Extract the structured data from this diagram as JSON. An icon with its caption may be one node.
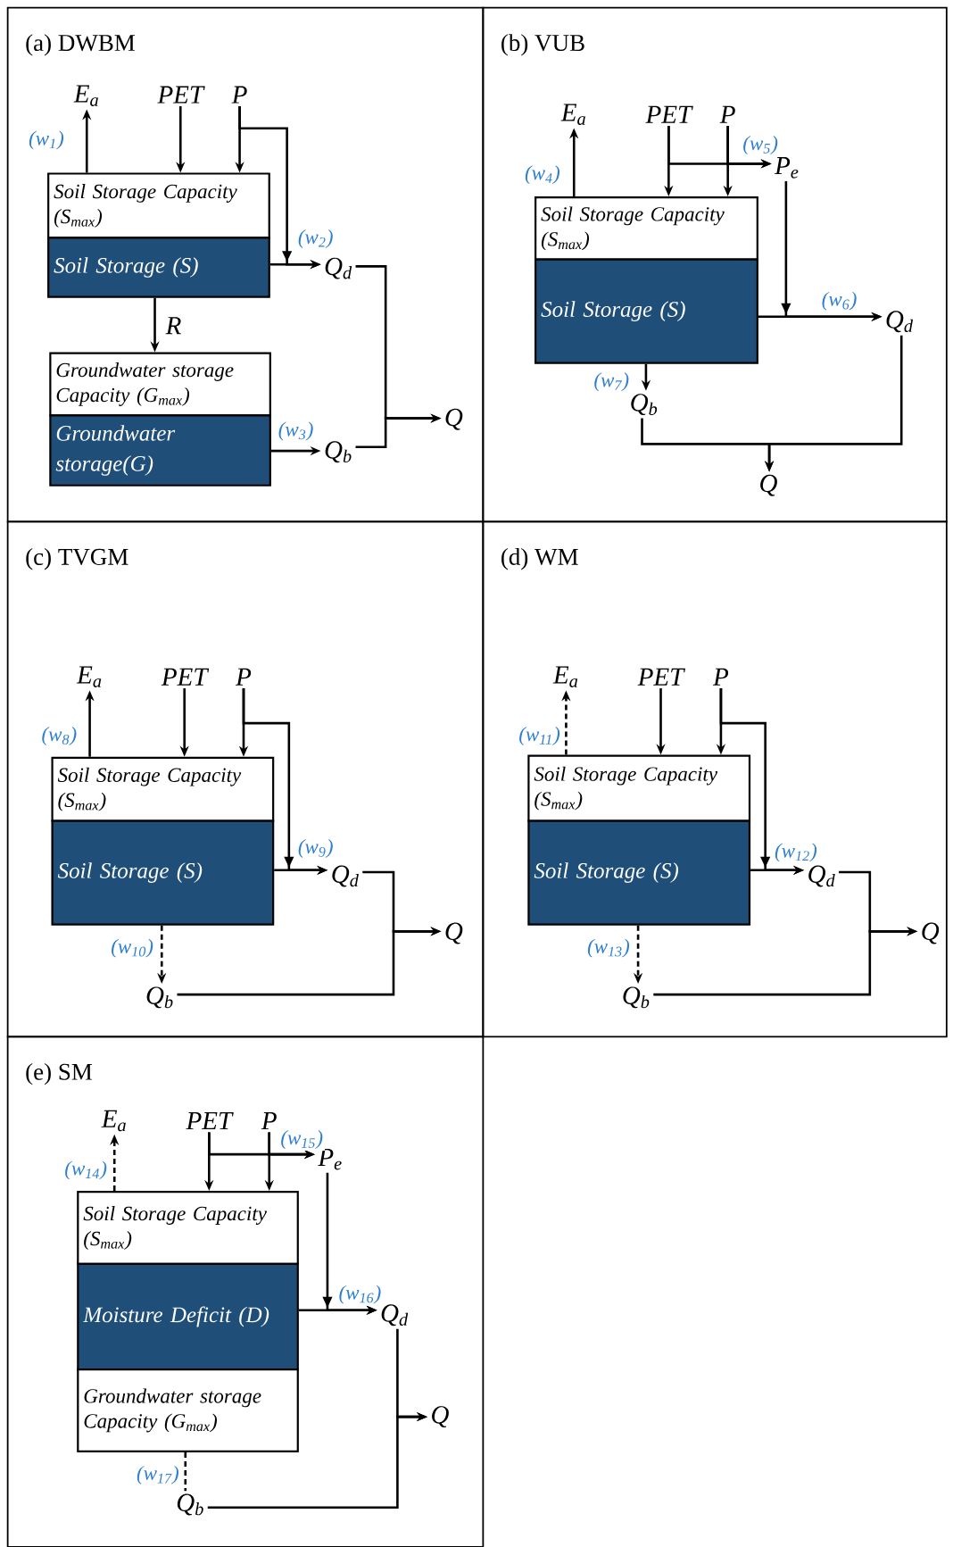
{
  "diagram": {
    "nodes": [
      {
        "text": [
          "(a) DWBM"
        ]
      },
      {
        "text": [
          "E$_{a}$"
        ],
        "in": 0
      },
      {
        "text": [
          "PET"
        ],
        "in": 0
      },
      {
        "text": [
          "P"
        ],
        "in": 0
      },
      {
        "text": [
          "Soil Storage Capacity (S$_{max}$)"
        ],
        "in": 0
      },
      {
        "text": [
          "Soil Storage (S)"
        ],
        "in": 0
      },
      {
        "text": [
          "Q$_{d}$"
        ],
        "in": 0
      },
      {
        "text": [
          "Groundwater storage Capacity (G$_{max}$)"
        ],
        "in": 0
      },
      {
        "text": [
          "Groundwater storage(G)"
        ],
        "in": 0
      },
      {
        "text": [
          "Q$_{b}$"
        ],
        "in": 0
      },
      {
        "text": [
          "Q"
        ],
        "in": 0
      },
      {
        "text": [
          "(b) VUB"
        ]
      },
      {
        "text": [
          "E$_{a}$"
        ],
        "in": 11
      },
      {
        "text": [
          "PET"
        ],
        "in": 11
      },
      {
        "text": [
          "P"
        ],
        "in": 11
      },
      {
        "text": [
          "P$_{e}$"
        ],
        "in": 11
      },
      {
        "text": [
          "Soil Storage Capacity (S$_{max}$)"
        ],
        "in": 11
      },
      {
        "text": [
          "Soil Storage (S)"
        ],
        "in": 11
      },
      {
        "text": [
          "Q$_{d}$"
        ],
        "in": 11
      },
      {
        "text": [
          "Q$_{b}$"
        ],
        "in": 11
      },
      {
        "text": [
          "Q"
        ],
        "in": 11
      },
      {
        "text": [
          "(c) TVGM"
        ]
      },
      {
        "text": [
          "E$_{a}$"
        ],
        "in": 21
      },
      {
        "text": [
          "PET"
        ],
        "in": 21
      },
      {
        "text": [
          "P"
        ],
        "in": 21
      },
      {
        "text": [
          "Soil Storage Capacity (S$_{max}$)"
        ],
        "in": 21
      },
      {
        "text": [
          "Soil Storage (S)"
        ],
        "in": 21
      },
      {
        "text": [
          "Q$_{d}$"
        ],
        "in": 21
      },
      {
        "text": [
          "Q"
        ],
        "in": 21
      },
      {
        "text": [
          "Q$_{b}$"
        ],
        "in": 21
      },
      {
        "text": [
          "(d) WM"
        ]
      },
      {
        "text": [
          "E$_{a}$"
        ],
        "in": 30
      },
      {
        "text": [
          "PET"
        ],
        "in": 30
      },
      {
        "text": [
          "P"
        ],
        "in": 30
      },
      {
        "text": [
          "Soil Storage Capacity (S$_{max}$)"
        ],
        "in": 30
      },
      {
        "text": [
          "Soil Storage (S)"
        ],
        "in": 30
      },
      {
        "text": [
          "Q$_{d}$"
        ],
        "in": 30
      },
      {
        "text": [
          "Q"
        ],
        "in": 30
      },
      {
        "text": [
          "Q$_{b}$"
        ],
        "in": 30
      },
      {
        "text": [
          "(e) SM"
        ]
      },
      {
        "text": [
          "E$_{a}$"
        ],
        "in": 39
      },
      {
        "text": [
          "PET"
        ],
        "in": 39
      },
      {
        "text": [
          "P"
        ],
        "in": 39
      },
      {
        "text": [
          "P$_{e}$"
        ],
        "in": 39
      },
      {
        "text": [
          "Soil Storage Capacity (S$_{max}$)"
        ],
        "in": 39
      },
      {
        "text": [
          "Moisture Deficit (D)"
        ],
        "in": 39
      },
      {
        "text": [
          "Q$_{d}$"
        ],
        "in": 39
      },
      {
        "text": [
          "Groundwater storage Capacity (G$_{max}$)"
        ],
        "in": 39
      },
      {
        "text": [
          "Q"
        ],
        "in": 39
      },
      {
        "text": [
          "Q$_{b}$"
        ],
        "in": 39
      }
    ],
    "edges": [
      {
        "from": 4,
        "to": 1,
        "arrow": "to",
        "label": "(w$_{1}$)"
      },
      {
        "from": 2,
        "to": 4,
        "arrow": "to"
      },
      {
        "from": 3,
        "to": 4,
        "arrow": "to"
      },
      {
        "from": 3,
        "to": 6,
        "arrow": "to"
      },
      {
        "from": 5,
        "to": 6,
        "arrow": "to",
        "label": "(w$_{2}$)"
      },
      {
        "from": 5,
        "to": 7,
        "arrow": "to",
        "label": "R"
      },
      {
        "from": 8,
        "to": 9,
        "arrow": "to",
        "label": "(w$_{3}$)"
      },
      {
        "from": 6,
        "to": 10,
        "arrow": "to"
      },
      {
        "from": 9,
        "to": 10,
        "arrow": "to"
      },
      {
        "from": 16,
        "to": 12,
        "arrow": "to",
        "label": "(w$_{4}$)"
      },
      {
        "from": 13,
        "to": 16,
        "arrow": "to"
      },
      {
        "from": 14,
        "to": 16,
        "arrow": "to"
      },
      {
        "from": 13,
        "to": 15,
        "arrow": "to",
        "label": "(w$_{5}$)"
      },
      {
        "from": 14,
        "to": 15,
        "arrow": "to"
      },
      {
        "from": 17,
        "to": 18,
        "arrow": "to",
        "label": "(w$_{6}$)"
      },
      {
        "from": 15,
        "to": 18,
        "arrow": "to"
      },
      {
        "from": 17,
        "to": 19,
        "arrow": "to",
        "label": "(w$_{7}$)"
      },
      {
        "from": 19,
        "to": 20,
        "arrow": "to"
      },
      {
        "from": 18,
        "to": 20,
        "arrow": "to"
      },
      {
        "from": 25,
        "to": 22,
        "arrow": "to",
        "label": "(w$_{8}$)"
      },
      {
        "from": 23,
        "to": 25,
        "arrow": "to"
      },
      {
        "from": 24,
        "to": 25,
        "arrow": "to"
      },
      {
        "from": 24,
        "to": 27,
        "arrow": "to"
      },
      {
        "from": 26,
        "to": 27,
        "arrow": "to",
        "label": "(w$_{9}$)"
      },
      {
        "from": 26,
        "to": 29,
        "arrow": "to",
        "label": "(w$_{10}$)",
        "style": "dashed"
      },
      {
        "from": 27,
        "to": 28,
        "arrow": "to"
      },
      {
        "from": 29,
        "to": 28,
        "arrow": "to"
      },
      {
        "from": 34,
        "to": 31,
        "arrow": "to",
        "label": "(w$_{11}$)",
        "style": "dashed"
      },
      {
        "from": 32,
        "to": 34,
        "arrow": "to"
      },
      {
        "from": 33,
        "to": 34,
        "arrow": "to"
      },
      {
        "from": 33,
        "to": 36,
        "arrow": "to"
      },
      {
        "from": 35,
        "to": 36,
        "arrow": "to",
        "label": "(w$_{12}$)"
      },
      {
        "from": 35,
        "to": 38,
        "arrow": "to",
        "label": "(w$_{13}$)",
        "style": "dashed"
      },
      {
        "from": 36,
        "to": 37,
        "arrow": "to"
      },
      {
        "from": 38,
        "to": 37,
        "arrow": "to"
      },
      {
        "from": 44,
        "to": 40,
        "arrow": "to",
        "label": "(w$_{14}$)",
        "style": "dashed"
      },
      {
        "from": 41,
        "to": 44,
        "arrow": "to"
      },
      {
        "from": 42,
        "to": 44,
        "arrow": "to"
      },
      {
        "from": 41,
        "to": 43,
        "arrow": "to",
        "label": "(w$_{15}$)"
      },
      {
        "from": 42,
        "to": 43,
        "arrow": "to"
      },
      {
        "from": 45,
        "to": 46,
        "arrow": "to",
        "label": "(w$_{16}$)"
      },
      {
        "from": 43,
        "to": 46,
        "arrow": "to"
      },
      {
        "from": 47,
        "to": 49,
        "arrow": "none",
        "label": "(w$_{17}$)",
        "style": "dashed"
      },
      {
        "from": 46,
        "to": 48,
        "arrow": "to"
      },
      {
        "from": 49,
        "to": 48,
        "arrow": "to"
      }
    ]
  }
}
